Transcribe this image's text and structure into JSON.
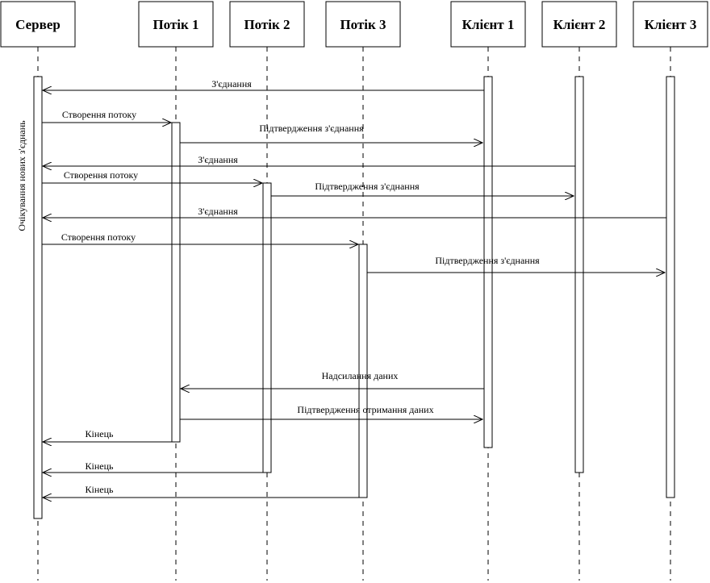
{
  "participants": [
    {
      "id": "server",
      "label": "Сервер"
    },
    {
      "id": "thread1",
      "label": "Потік 1"
    },
    {
      "id": "thread2",
      "label": "Потік 2"
    },
    {
      "id": "thread3",
      "label": "Потік 3"
    },
    {
      "id": "client1",
      "label": "Клієнт 1"
    },
    {
      "id": "client2",
      "label": "Клієнт 2"
    },
    {
      "id": "client3",
      "label": "Клієнт 3"
    }
  ],
  "side_label": "Очікування нових з'єднань",
  "messages": [
    {
      "from": "client1",
      "to": "server",
      "label": "З'єднання"
    },
    {
      "from": "server",
      "to": "thread1",
      "label": "Створення потоку"
    },
    {
      "from": "thread1",
      "to": "client1",
      "label": "Підтвердження з'єднання"
    },
    {
      "from": "client2",
      "to": "server",
      "label": "З'єднання"
    },
    {
      "from": "server",
      "to": "thread2",
      "label": "Створення потоку"
    },
    {
      "from": "thread2",
      "to": "client2",
      "label": "Підтвердження з'єднання"
    },
    {
      "from": "client3",
      "to": "server",
      "label": "З'єднання"
    },
    {
      "from": "server",
      "to": "thread3",
      "label": "Створення потоку"
    },
    {
      "from": "thread3",
      "to": "client3",
      "label": "Підтвердження з'єднання"
    },
    {
      "from": "client1",
      "to": "thread1",
      "label": "Надсилання даних"
    },
    {
      "from": "thread1",
      "to": "client1",
      "label": "Підтвердження отримання даних"
    },
    {
      "from": "thread1",
      "to": "server",
      "label": "Кінець"
    },
    {
      "from": "thread2",
      "to": "server",
      "label": "Кінець"
    },
    {
      "from": "thread3",
      "to": "server",
      "label": "Кінець"
    }
  ]
}
